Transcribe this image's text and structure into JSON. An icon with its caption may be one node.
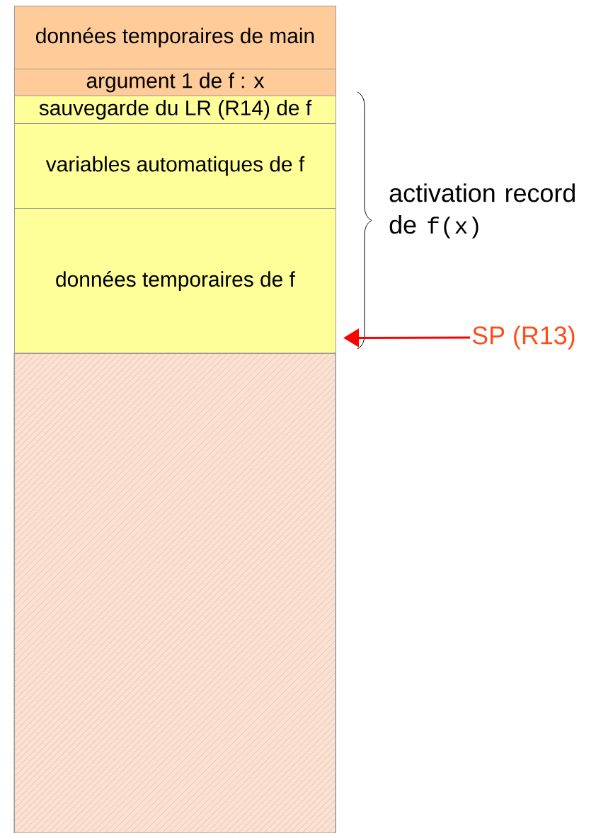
{
  "diagram": {
    "nodes": [
      {
        "text": [
          "données temporaires de main"
        ]
      },
      {
        "text": [
          "argument 1 de f : x"
        ]
      },
      {
        "text": [
          "sauvegarde du LR (R14) de f"
        ]
      },
      {
        "text": [
          "variables automatiques de f"
        ]
      },
      {
        "text": [
          "données temporaires de f"
        ]
      },
      {
        "text": [],
        "shape": "box"
      },
      {
        "text": [
          "SP (R13)"
        ]
      }
    ],
    "edges": [
      {
        "from": 6,
        "to": 4,
        "arrow": "to",
        "color": "#ff0000"
      }
    ],
    "labels": [
      "activation record de",
      "f(x)"
    ]
  }
}
